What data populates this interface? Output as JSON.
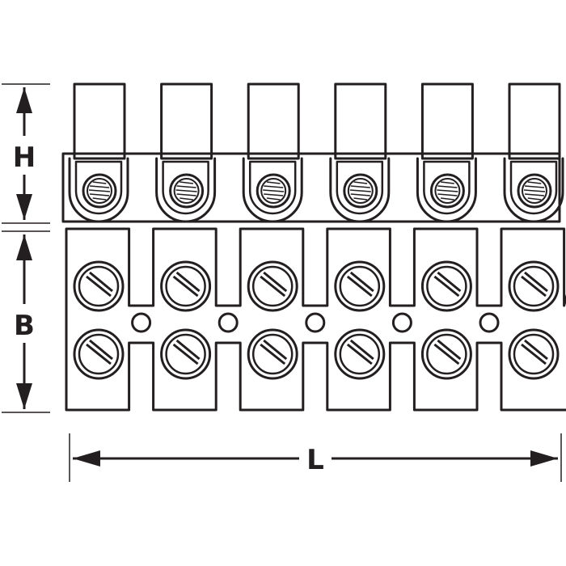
{
  "diagram": {
    "title": "",
    "dimensions": {
      "height_label": "H",
      "base_label": "B",
      "length_label": "L"
    },
    "terminal_count": 6,
    "colors": {
      "line": "#231f20",
      "background": "#ffffff"
    }
  }
}
